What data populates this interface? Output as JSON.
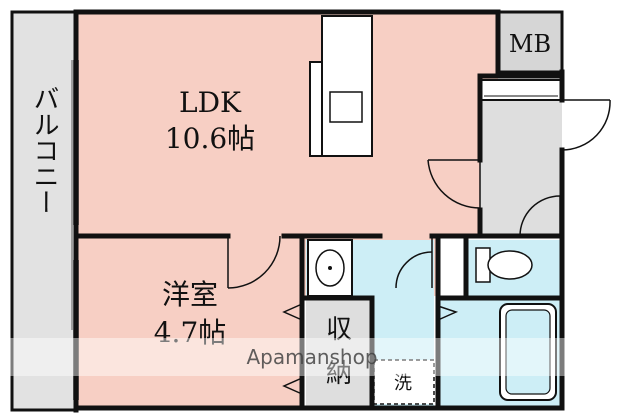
{
  "rooms": {
    "ldk_name": "LDK",
    "ldk_size": "10.6帖",
    "western_name": "洋室",
    "western_size": "4.7帖",
    "balcony": "バルコニー",
    "storage_top": "収",
    "storage_bottom": "納",
    "meter_box": "MB",
    "washer": "洗"
  },
  "watermark": "Apamanshop",
  "colors": {
    "room_pink": "#f7cfc4",
    "wet_blue": "#cdeef6",
    "balcony_gray": "#e2e2e2",
    "closet_gray": "#dedede",
    "wall": "#111111"
  }
}
